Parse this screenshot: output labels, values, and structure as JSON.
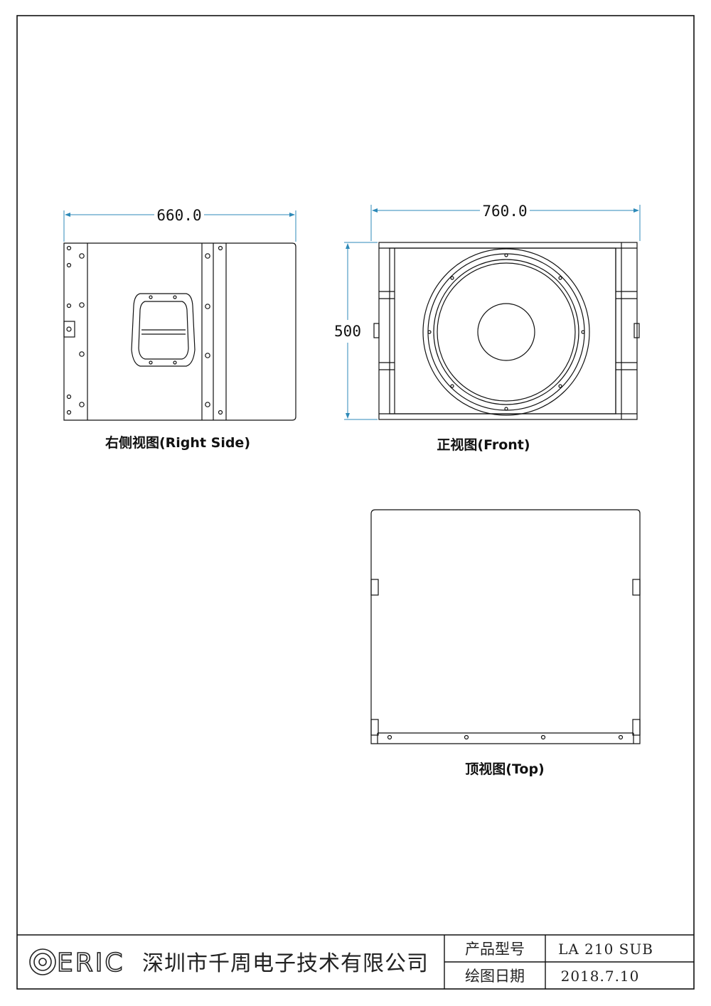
{
  "views": {
    "right_side": {
      "label": "右侧视图(Right Side)",
      "width_dim": "660.0"
    },
    "front": {
      "label": "正视图(Front)",
      "width_dim": "760.0",
      "height_dim": "500"
    },
    "top": {
      "label": "顶视图(Top)"
    }
  },
  "title_block": {
    "logo_text": "ERIC",
    "company": "深圳市千周电子技术有限公司",
    "model_label": "产品型号",
    "model_value": "LA 210 SUB",
    "date_label": "绘图日期",
    "date_value": "2018.7.10"
  },
  "colors": {
    "line": "#111111",
    "dimension": "#2e8ab8"
  }
}
